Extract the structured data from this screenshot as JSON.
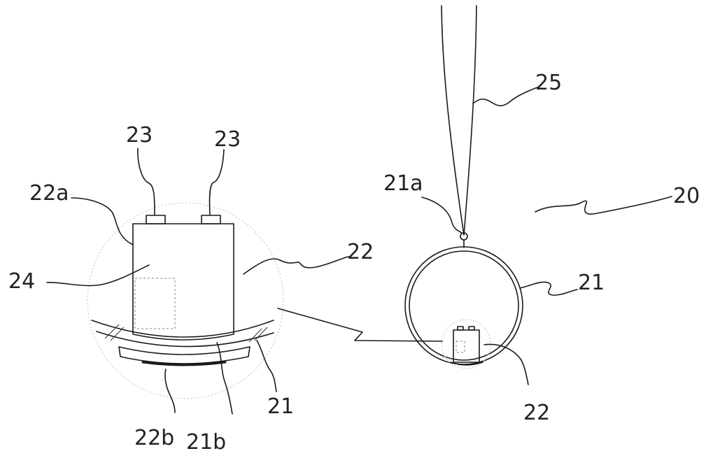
{
  "labels": {
    "cable": "25",
    "device": "20",
    "hook": "21a",
    "ring": "21",
    "module": "22",
    "terminal_left": "23",
    "terminal_right": "23",
    "module_side": "22a",
    "inner_part": "24",
    "module_detail": "22",
    "module_bottom": "22b",
    "ring_inner": "21b",
    "ring_detail": "21"
  }
}
